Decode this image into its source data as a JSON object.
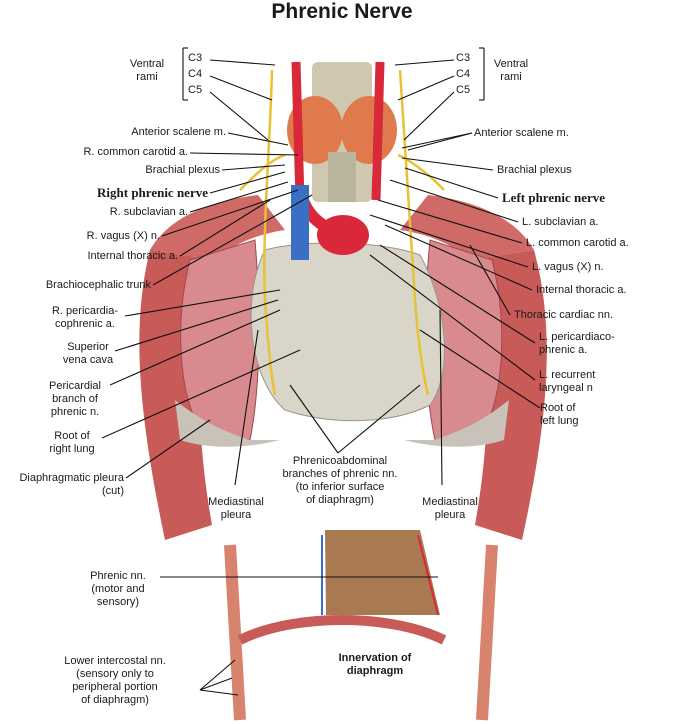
{
  "title": "Phrenic Nerve",
  "labels": {
    "ventral_rami_l": "Ventral\nrami",
    "ventral_rami_r": "Ventral\nrami",
    "c3_l": "C3",
    "c4_l": "C4",
    "c5_l": "C5",
    "c3_r": "C3",
    "c4_r": "C4",
    "c5_r": "C5",
    "anterior_scalene_l": "Anterior scalene m.",
    "r_common_carotid": "R. common carotid a.",
    "brachial_plexus_l": "Brachial plexus",
    "right_phrenic": "Right phrenic nerve",
    "r_subclavian": "R. subclavian a.",
    "r_vagus": "R. vagus (X) n.",
    "internal_thoracic_l": "Internal thoracic a.",
    "brachiocephalic": "Brachiocephalic trunk",
    "r_pericardiacophrenic": "R. pericardia-\ncophrenic a.",
    "svc": "Superior\nvena cava",
    "pericardial_branch": "Pericardial\nbranch of\nphrenic n.",
    "root_right_lung": "Root of\nright lung",
    "diaphragmatic_pleura": "Diaphragmatic pleura\n(cut)",
    "mediastinal_pleura_l": "Mediastinal\npleura",
    "phrenicoabdominal": "Phrenicoabdominal\nbranches of phrenic nn.\n(to inferior surface\nof diaphragm)",
    "mediastinal_pleura_r": "Mediastinal\npleura",
    "anterior_scalene_r": "Anterior scalene m.",
    "brachial_plexus_r": "Brachial plexus",
    "left_phrenic": "Left phrenic nerve",
    "l_subclavian": "L. subclavian a.",
    "l_common_carotid": "L. common carotid a.",
    "l_vagus": "L. vagus (X) n.",
    "internal_thoracic_r": "Internal thoracic a.",
    "thoracic_cardiac": "Thoracic cardiac nn.",
    "l_pericardiacophrenic": "L. pericardiaco-\nphrenic a.",
    "l_recurrent": "L. recurrent\nlaryngeal n",
    "root_left_lung": "Root of\nleft lung",
    "phrenic_nn": "Phrenic nn.\n(motor and\nsensory)",
    "lower_intercostal": "Lower intercostal nn.\n(sensory only to\nperipheral portion\nof diaphragm)",
    "innervation": "Innervation of\ndiaphragm"
  },
  "colors": {
    "artery": "#d8283a",
    "vein": "#3a6fc4",
    "nerve": "#e8c233",
    "lung": "#d88a8f",
    "pericardium": "#d9d5c8",
    "muscle": "#c85a58",
    "diaphragm": "#a97a52"
  }
}
